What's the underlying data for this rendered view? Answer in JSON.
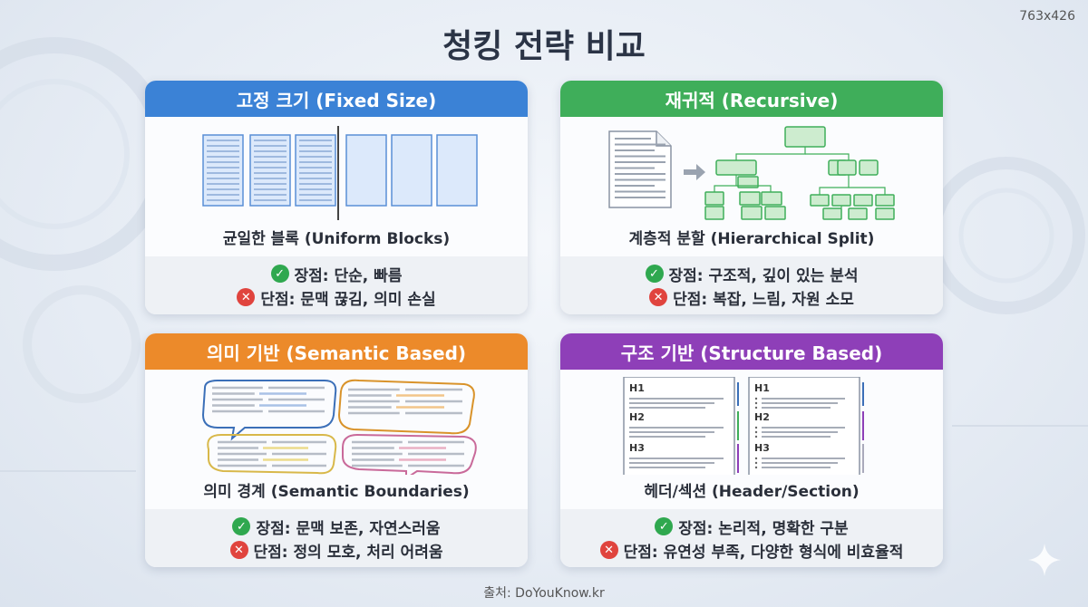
{
  "dims": "763x426",
  "title": "청킹 전략 비교",
  "colors": {
    "blue": "#3b82d6",
    "green": "#3fae5a",
    "orange": "#ec8a2a",
    "purple": "#8e3fb8"
  },
  "cards": [
    {
      "header": "고정 크기 (Fixed Size)",
      "subtitle": "균일한 블록 (Uniform Blocks)",
      "pro": "장점: 단순, 빠름",
      "con": "단점: 문맥 끊김, 의미 손실"
    },
    {
      "header": "재귀적 (Recursive)",
      "subtitle": "계층적 분할 (Hierarchical Split)",
      "pro": "장점: 구조적, 깊이 있는 분석",
      "con": "단점: 복잡, 느림, 자원 소모"
    },
    {
      "header": "의미 기반 (Semantic Based)",
      "subtitle": "의미 경계 (Semantic Boundaries)",
      "pro": "장점: 문맥 보존, 자연스러움",
      "con": "단점: 정의 모호, 처리 어려움"
    },
    {
      "header": "구조 기반 (Structure Based)",
      "subtitle": "헤더/섹션 (Header/Section)",
      "pro": "장점: 논리적, 명확한 구분",
      "con": "단점: 유연성 부족, 다양한 형식에 비효율적"
    }
  ],
  "structure_labels": [
    "H1",
    "H2",
    "H3"
  ],
  "footer": "출처: DoYouKnow.kr",
  "icons": {
    "ok": "check-icon",
    "no": "cross-icon"
  }
}
